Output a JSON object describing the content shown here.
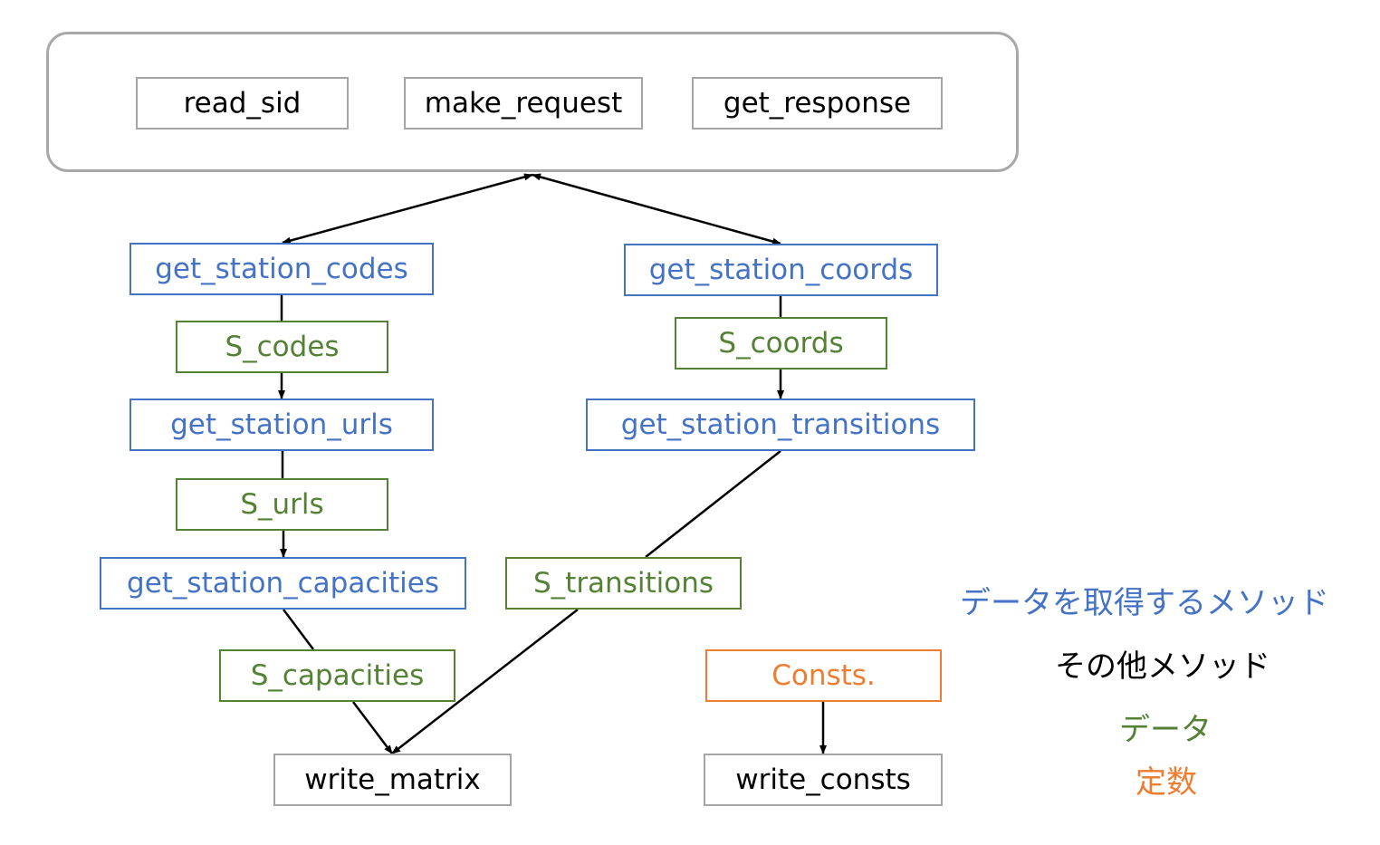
{
  "colors": {
    "method_fetch": "#4472c4",
    "method_other": "#000000",
    "data": "#548235",
    "constant": "#ed7d31",
    "utility_border": "#a5a5a5"
  },
  "nodes": {
    "read_sid": "read_sid",
    "make_request": "make_request",
    "get_response": "get_response",
    "get_station_codes": "get_station_codes",
    "s_codes": "S_codes",
    "get_station_urls": "get_station_urls",
    "s_urls": "S_urls",
    "get_station_capacities": "get_station_capacities",
    "s_capacities": "S_capacities",
    "get_station_coords": "get_station_coords",
    "s_coords": "S_coords",
    "get_station_transitions": "get_station_transitions",
    "s_transitions": "S_transitions",
    "consts": "Consts.",
    "write_matrix": "write_matrix",
    "write_consts": "write_consts"
  },
  "edges": [
    {
      "from": "utility-group",
      "to": "get_station_codes",
      "arrow": "both"
    },
    {
      "from": "utility-group",
      "to": "get_station_coords",
      "arrow": "both"
    },
    {
      "from": "get_station_codes",
      "to": "s_codes",
      "arrow": "none"
    },
    {
      "from": "s_codes",
      "to": "get_station_urls",
      "arrow": "end"
    },
    {
      "from": "get_station_urls",
      "to": "s_urls",
      "arrow": "none"
    },
    {
      "from": "s_urls",
      "to": "get_station_capacities",
      "arrow": "end"
    },
    {
      "from": "get_station_capacities",
      "to": "s_capacities",
      "arrow": "none"
    },
    {
      "from": "s_capacities",
      "to": "write_matrix",
      "arrow": "end"
    },
    {
      "from": "get_station_coords",
      "to": "s_coords",
      "arrow": "none"
    },
    {
      "from": "s_coords",
      "to": "get_station_transitions",
      "arrow": "end"
    },
    {
      "from": "get_station_transitions",
      "to": "s_transitions",
      "arrow": "none"
    },
    {
      "from": "s_transitions",
      "to": "write_matrix",
      "arrow": "end"
    },
    {
      "from": "consts",
      "to": "write_consts",
      "arrow": "end"
    }
  ],
  "legend": {
    "method_fetch": "データを取得するメソッド",
    "method_other": "その他メソッド",
    "data": "データ",
    "constant": "定数"
  }
}
